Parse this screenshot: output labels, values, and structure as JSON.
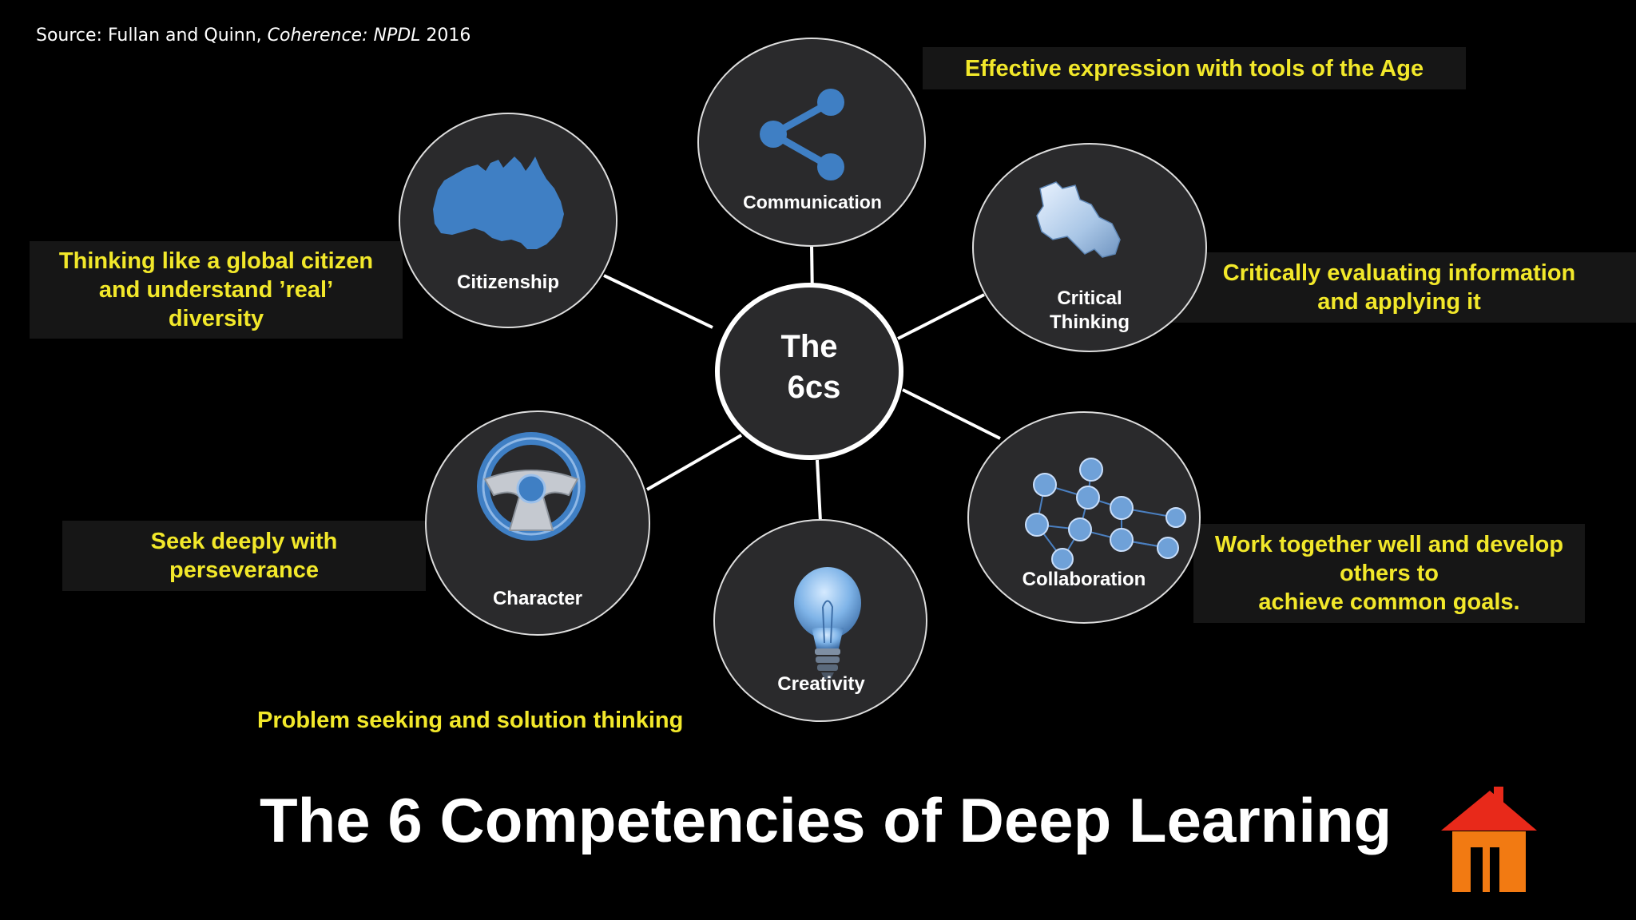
{
  "source": {
    "prefix": "Source: Fullan and  Quinn, ",
    "italic": "Coherence: NPDL",
    "suffix": " 2016"
  },
  "center": {
    "line1": "The",
    "line2": "6cs"
  },
  "nodes": {
    "communication": {
      "label": "Communication",
      "icon": "share-icon"
    },
    "citizenship": {
      "label": "Citizenship",
      "icon": "australia-map-icon"
    },
    "critical": {
      "line1": "Critical",
      "line2": "Thinking",
      "icon": "puzzle-piece-icon"
    },
    "collaboration": {
      "label": "Collaboration",
      "icon": "network-people-icon"
    },
    "character": {
      "label": "Character",
      "icon": "steering-wheel-icon"
    },
    "creativity": {
      "label": "Creativity",
      "icon": "light-bulb-icon"
    }
  },
  "descriptions": {
    "communication": "Effective expression with tools of the Age",
    "citizenship": [
      "Thinking like a global citizen",
      "and understand ’real’",
      "diversity"
    ],
    "critical": [
      "Critically evaluating information",
      "and applying it"
    ],
    "collaboration": [
      "Work together well and develop",
      "others to",
      "achieve common goals."
    ],
    "character": [
      "Seek deeply with",
      "perseverance"
    ],
    "creativity": "Problem seeking and solution thinking"
  },
  "title": "The 6 Competencies of Deep Learning",
  "home_icon": "home-icon",
  "colors": {
    "background": "#000000",
    "circle_fill": "#2a2a2c",
    "circle_stroke": "#dddddd",
    "description_text": "#f2e82a",
    "icon_blue": "#3f7fc4",
    "home_orange": "#f27a12",
    "home_red": "#e8291a"
  }
}
